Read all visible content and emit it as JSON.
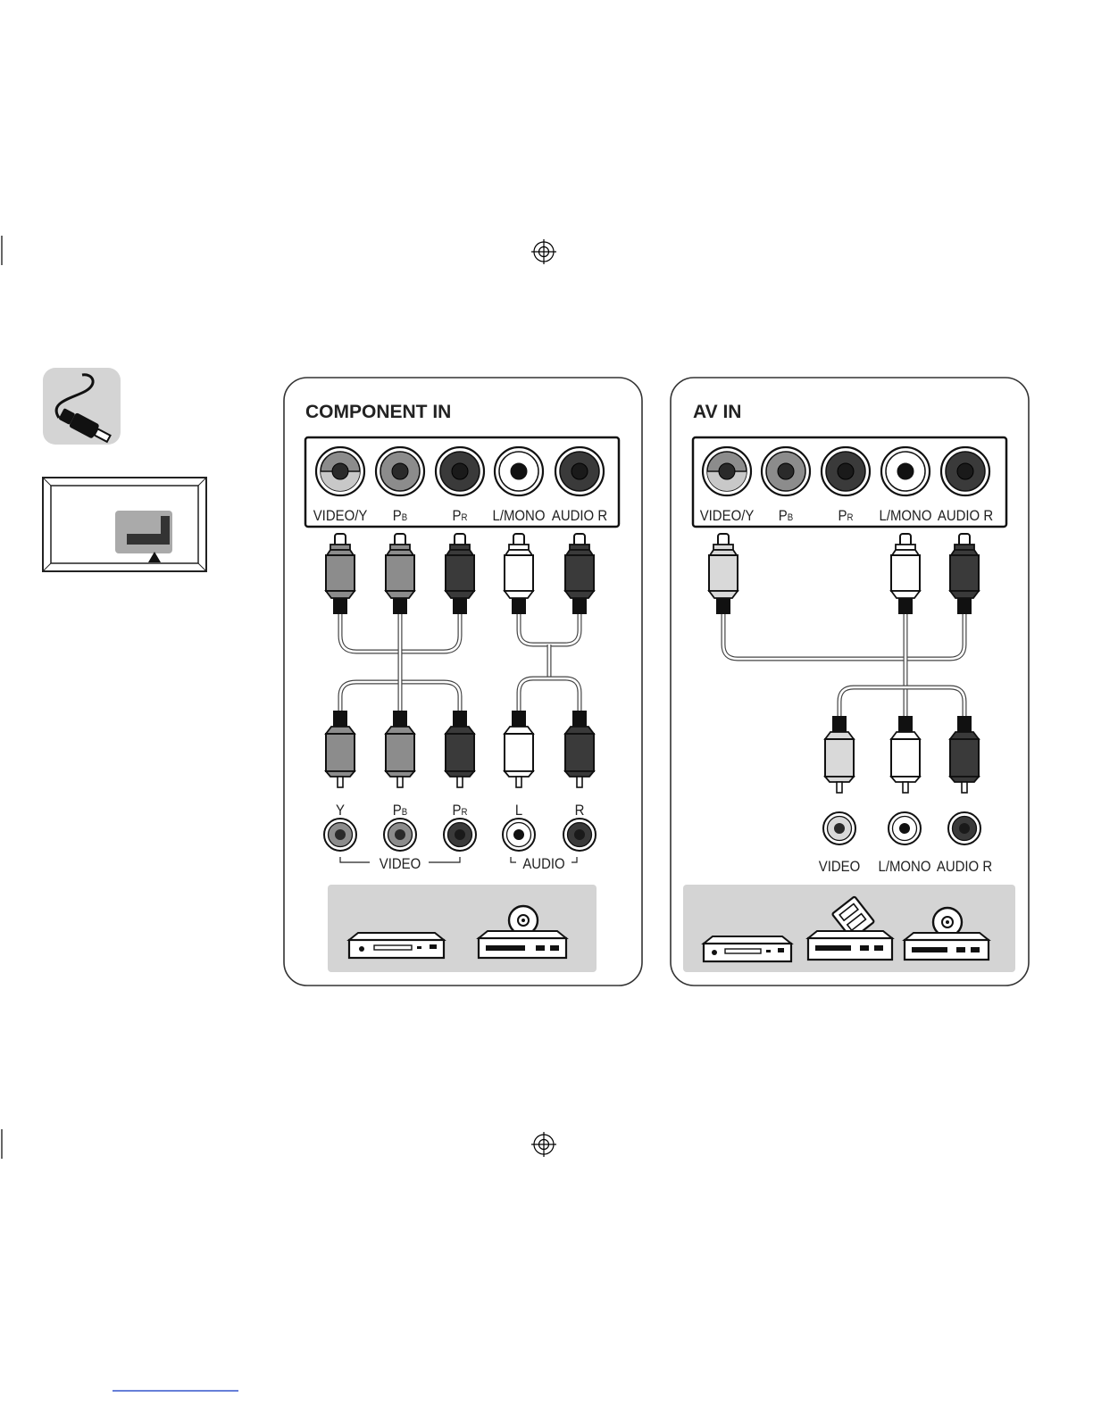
{
  "colors": {
    "gray": "#8c8c8c",
    "dark": "#3a3a3a",
    "white": "#ffffff",
    "light": "#d9d9d9",
    "panel": "#d4d4d4"
  },
  "icons": [
    "cable-icon",
    "tv-rear-icon",
    "registration-mark-icon",
    "dvd-player-icon",
    "blu-ray-player-icon",
    "vcr-icon"
  ],
  "component": {
    "title": "COMPONENT IN",
    "tv_ports": [
      {
        "main": "VIDEO/Y",
        "sub": "",
        "color": "gray",
        "split": true
      },
      {
        "main": "P",
        "sub": "B",
        "color": "gray",
        "split": false
      },
      {
        "main": "P",
        "sub": "R",
        "color": "dark",
        "split": false
      },
      {
        "main": "L/MONO",
        "sub": "",
        "color": "white",
        "split": false
      },
      {
        "main": "AUDIO R",
        "sub": "",
        "color": "dark",
        "split": false
      }
    ],
    "device_ports": [
      {
        "main": "Y",
        "sub": "",
        "color": "gray"
      },
      {
        "main": "P",
        "sub": "B",
        "color": "gray"
      },
      {
        "main": "P",
        "sub": "R",
        "color": "dark"
      },
      {
        "main": "L",
        "sub": "",
        "color": "white"
      },
      {
        "main": "R",
        "sub": "",
        "color": "dark"
      }
    ],
    "group_video": "VIDEO",
    "group_audio": "AUDIO",
    "devices": [
      "dvd-player",
      "blu-ray-player"
    ]
  },
  "av": {
    "title": "AV IN",
    "tv_ports": [
      {
        "main": "VIDEO/Y",
        "sub": "",
        "color": "gray",
        "split": true
      },
      {
        "main": "P",
        "sub": "B",
        "color": "gray",
        "split": false
      },
      {
        "main": "P",
        "sub": "R",
        "color": "dark",
        "split": false
      },
      {
        "main": "L/MONO",
        "sub": "",
        "color": "white",
        "split": false
      },
      {
        "main": "AUDIO R",
        "sub": "",
        "color": "dark",
        "split": false
      }
    ],
    "device_ports": [
      {
        "main": "VIDEO",
        "color": "light"
      },
      {
        "main": "L/MONO",
        "color": "white"
      },
      {
        "main": "AUDIO R",
        "color": "dark"
      }
    ],
    "devices": [
      "dvd-player",
      "vcr",
      "blu-ray-player"
    ]
  }
}
